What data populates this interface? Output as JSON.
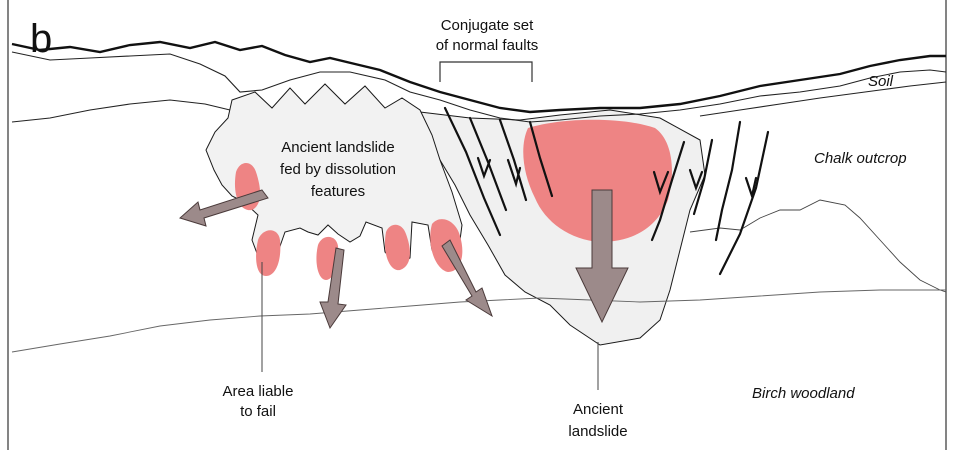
{
  "panel_letter": "b",
  "labels": {
    "faults_line1": "Conjugate set",
    "faults_line2": "of normal faults",
    "soil": "Soil",
    "chalk": "Chalk outcrop",
    "birch": "Birch woodland",
    "landslide_top_line1": "Ancient landslide",
    "landslide_top_line2": "fed by dissolution",
    "landslide_top_line3": "features",
    "area_line1": "Area liable",
    "area_line2": "to fail",
    "ancient_line1": "Ancient",
    "ancient_line2": "landslide"
  },
  "colors": {
    "line": "#1a1a1a",
    "landslide_fill": "#f0f0f0",
    "failure_fill": "#ee8484",
    "arrow_fill": "#9c8a8a",
    "arrow_stroke": "#4a3a3a"
  }
}
